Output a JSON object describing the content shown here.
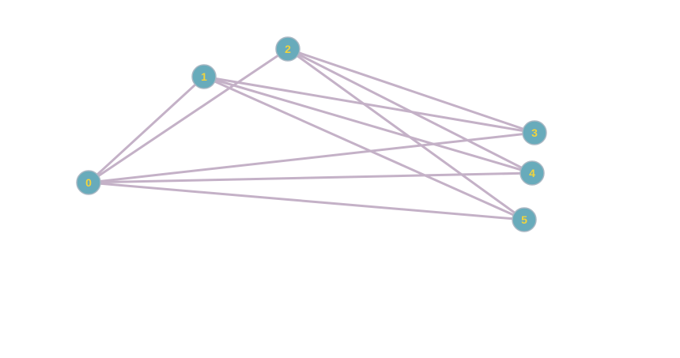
{
  "graph": {
    "nodes": [
      {
        "id": "0",
        "label": "0"
      },
      {
        "id": "1",
        "label": "1"
      },
      {
        "id": "2",
        "label": "2"
      },
      {
        "id": "3",
        "label": "3"
      },
      {
        "id": "4",
        "label": "4"
      },
      {
        "id": "5",
        "label": "5"
      }
    ],
    "edges": [
      [
        "0",
        "1"
      ],
      [
        "0",
        "2"
      ],
      [
        "0",
        "3"
      ],
      [
        "0",
        "4"
      ],
      [
        "0",
        "5"
      ],
      [
        "1",
        "3"
      ],
      [
        "1",
        "4"
      ],
      [
        "1",
        "5"
      ],
      [
        "2",
        "3"
      ],
      [
        "2",
        "4"
      ],
      [
        "2",
        "5"
      ]
    ]
  },
  "colors": {
    "node_fill": "#68abbb",
    "node_stroke": "#a9b8c4",
    "label": "#f2d43c",
    "edge": "#c4b1c7"
  }
}
